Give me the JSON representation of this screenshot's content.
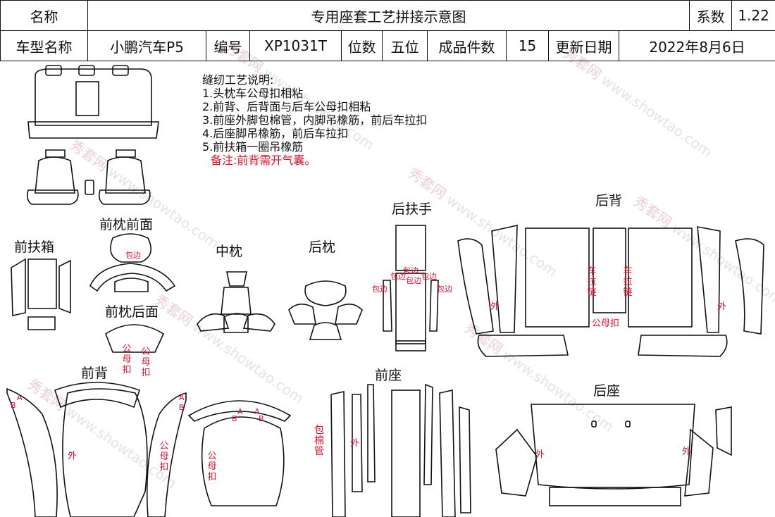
{
  "header": {
    "name_label": "名称",
    "title": "专用座套工艺拼接示意图",
    "coef_label": "系数",
    "coef_value": "1.22",
    "model_label": "车型名称",
    "model_value": "小鹏汽车P5",
    "code_label": "编号",
    "code_value": "XP1031T",
    "seats_label": "位数",
    "seats_value": "五位",
    "pieces_label": "成品件数",
    "pieces_value": "15",
    "date_label": "更新日期",
    "date_value": "2022年8月6日"
  },
  "notes": {
    "heading": "缝纫工艺说明:",
    "items": [
      "1.头枕车公母扣相粘",
      "2.前背、后背面与后车公母扣相粘",
      "3.前座外脚包棉管，内脚吊橡筋，前后车拉扣",
      "4.后座脚吊橡筋，前后车拉扣",
      "5.前扶箱一圈吊橡筋"
    ],
    "remark": "备注:前背需开气囊。"
  },
  "sections": {
    "front_armrest_box": "前扶箱",
    "front_headrest_front": "前枕前面",
    "front_headrest_back": "前枕后面",
    "middle_headrest": "中枕",
    "rear_headrest": "后枕",
    "rear_armrest": "后扶手",
    "rear_back": "后背",
    "front_back": "前背",
    "front_seat": "前座",
    "rear_seat": "后座"
  },
  "annotations": {
    "binding": "包边",
    "snap_v": "公母扣",
    "outer": "外",
    "zipper_v": "车拉链",
    "snap_h": "公母扣",
    "tube_v": "包棉管",
    "mark_a": "A",
    "mark_b": "B"
  },
  "watermark": {
    "cn": "秀套网",
    "url": "www.showtao.com"
  }
}
